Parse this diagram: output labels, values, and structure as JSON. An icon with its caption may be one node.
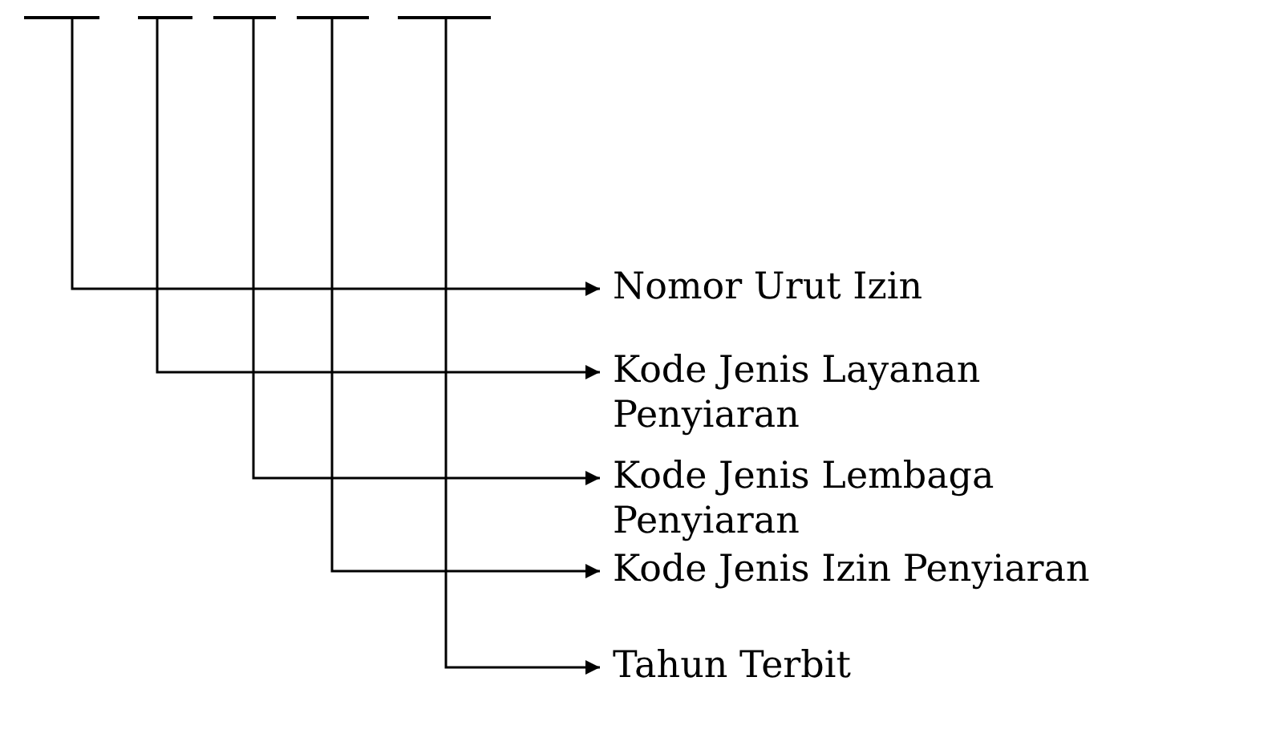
{
  "diagram": {
    "nodes": [
      {
        "text": [],
        "shape": "bar"
      },
      {
        "text": [],
        "shape": "bar"
      },
      {
        "text": [],
        "shape": "bar"
      },
      {
        "text": [],
        "shape": "bar"
      },
      {
        "text": [],
        "shape": "bar"
      },
      {
        "text": [
          "Nomor Urut Izin"
        ]
      },
      {
        "text": [
          "Kode Jenis Layanan Penyiaran"
        ]
      },
      {
        "text": [
          "Kode Jenis Lembaga Penyiaran"
        ]
      },
      {
        "text": [
          "Kode Jenis Izin Penyiaran"
        ]
      },
      {
        "text": [
          "Tahun Terbit"
        ]
      }
    ],
    "edges": [
      {
        "from": 0,
        "to": 5,
        "arrow": "to"
      },
      {
        "from": 1,
        "to": 6,
        "arrow": "to"
      },
      {
        "from": 2,
        "to": 7,
        "arrow": "to"
      },
      {
        "from": 3,
        "to": 8,
        "arrow": "to"
      },
      {
        "from": 4,
        "to": 9,
        "arrow": "to"
      }
    ]
  }
}
